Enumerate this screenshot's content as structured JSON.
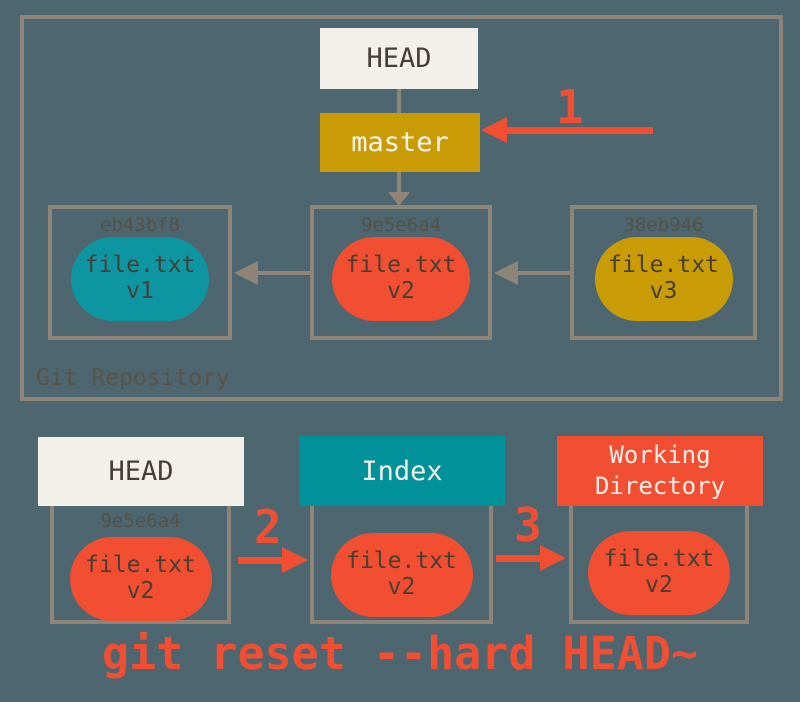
{
  "colors": {
    "background": "#4D6670",
    "box_border": "#8E8578",
    "cream": "#F2F0E9",
    "gold": "#C99C06",
    "teal_header": "#00919B",
    "teal_blob": "#0D96A1",
    "red": "#F14E32",
    "hash_text": "#57503F",
    "blob_text": "#473F35"
  },
  "repository": {
    "label": "Git Repository",
    "head": {
      "label": "HEAD"
    },
    "branch": {
      "label": "master"
    },
    "step1": {
      "label": "1"
    },
    "commits": [
      {
        "hash": "eb43bf8",
        "file": "file.txt",
        "version": "v1"
      },
      {
        "hash": "9e5e6a4",
        "file": "file.txt",
        "version": "v2"
      },
      {
        "hash": "38eb946",
        "file": "file.txt",
        "version": "v3"
      }
    ]
  },
  "areas": {
    "head": {
      "header": "HEAD",
      "hash": "9e5e6a4",
      "file": "file.txt",
      "version": "v2"
    },
    "index": {
      "header": "Index",
      "file": "file.txt",
      "version": "v2"
    },
    "working": {
      "header": "Working Directory",
      "file": "file.txt",
      "version": "v2"
    },
    "step2": {
      "label": "2"
    },
    "step3": {
      "label": "3"
    }
  },
  "caption": "git reset --hard HEAD~"
}
